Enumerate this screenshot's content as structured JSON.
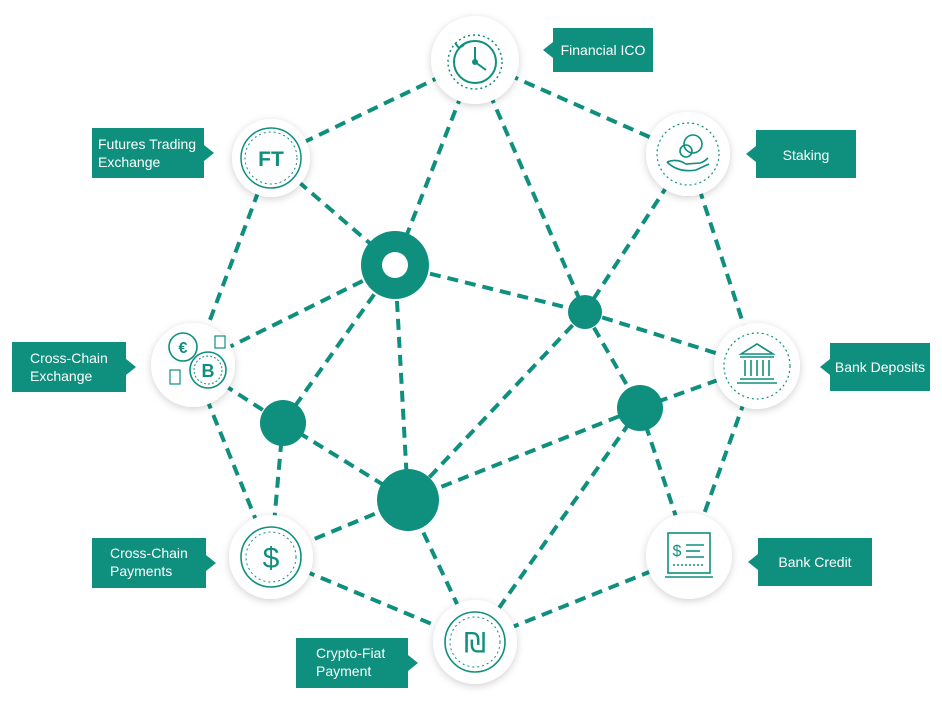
{
  "colors": {
    "teal": "#0f8f7e",
    "node_fill": "#ffffff",
    "shadow": "#d9d9d9",
    "label_text": "#ffffff"
  },
  "nodes": {
    "financial_ico": {
      "label": "Financial ICO",
      "icon": "clock-icon"
    },
    "futures_trading": {
      "label_lines": [
        "Futures Trading",
        "Exchange"
      ],
      "icon": "ft-monogram-icon",
      "icon_text": "FT"
    },
    "staking": {
      "label": "Staking",
      "icon": "coins-in-hand-icon"
    },
    "cross_chain_exchange": {
      "label_lines": [
        "Cross-Chain",
        "Exchange"
      ],
      "icon": "euro-bitcoin-coins-icon",
      "icon_text_1": "€",
      "icon_text_2": "B"
    },
    "bank_deposits": {
      "label": "Bank Deposits",
      "icon": "bank-building-icon"
    },
    "cross_chain_payments": {
      "label_lines": [
        "Cross-Chain",
        "Payments"
      ],
      "icon": "dollar-coin-icon",
      "icon_text": "$"
    },
    "bank_credit": {
      "label": "Bank Credit",
      "icon": "receipt-icon",
      "icon_text": "$"
    },
    "crypto_fiat": {
      "label_lines": [
        "Crypto-Fiat",
        "Payment"
      ],
      "icon": "shekel-coin-icon",
      "icon_text": "₪"
    }
  },
  "hubs": [
    "ring-hub",
    "small-hub",
    "left-hub",
    "right-hub",
    "center-hub"
  ]
}
